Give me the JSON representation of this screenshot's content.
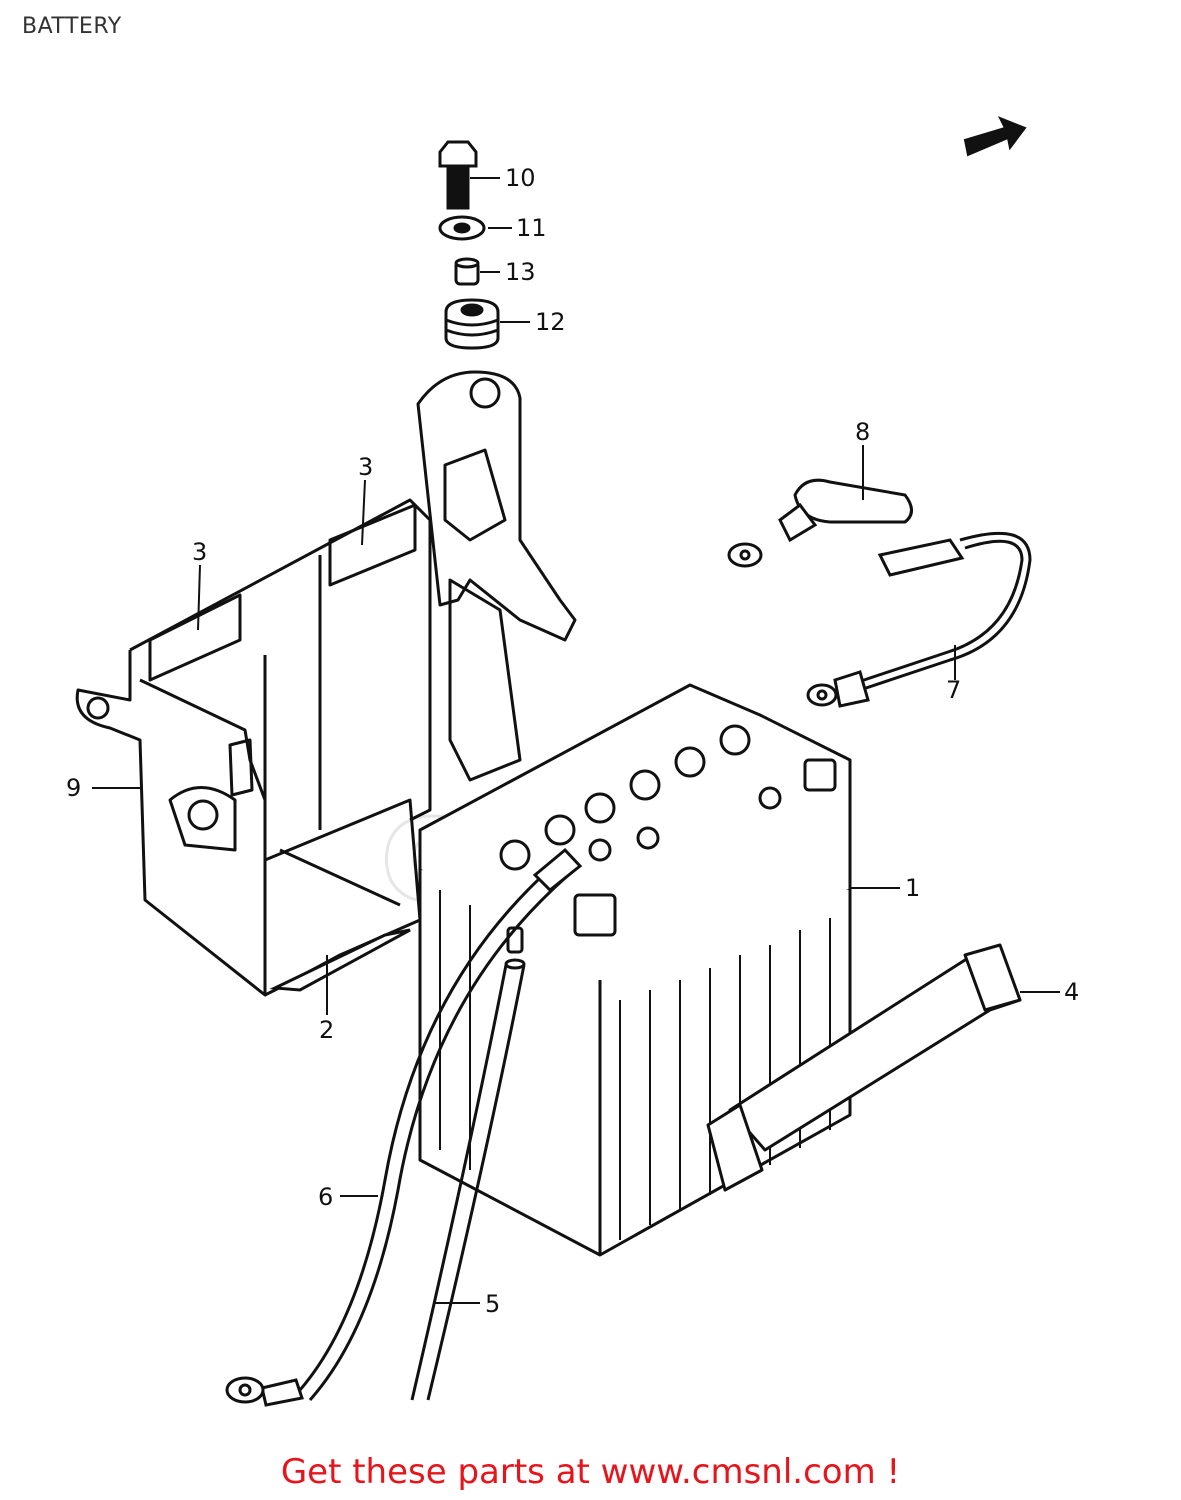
{
  "page": {
    "title": "BATTERY",
    "footer_link": "Get these parts at www.cmsnl.com !"
  },
  "diagram": {
    "watermark": "cms",
    "callouts": [
      {
        "id": "1",
        "label": "1",
        "part": "battery"
      },
      {
        "id": "2",
        "label": "2",
        "part": "battery-tray-pad"
      },
      {
        "id": "3a",
        "label": "3",
        "part": "cushion"
      },
      {
        "id": "3b",
        "label": "3",
        "part": "cushion"
      },
      {
        "id": "4",
        "label": "4",
        "part": "battery-band"
      },
      {
        "id": "5",
        "label": "5",
        "part": "breather-hose"
      },
      {
        "id": "6",
        "label": "6",
        "part": "negative-lead-wire"
      },
      {
        "id": "7",
        "label": "7",
        "part": "positive-lead-wire"
      },
      {
        "id": "8",
        "label": "8",
        "part": "terminal-cap"
      },
      {
        "id": "9",
        "label": "9",
        "part": "battery-holder"
      },
      {
        "id": "10",
        "label": "10",
        "part": "bolt"
      },
      {
        "id": "11",
        "label": "11",
        "part": "washer"
      },
      {
        "id": "12",
        "label": "12",
        "part": "cushion-grommet"
      },
      {
        "id": "13",
        "label": "13",
        "part": "spacer"
      }
    ]
  },
  "colors": {
    "line": "#111111",
    "footer": "#e8141c",
    "watermark": "#e6e6e6"
  }
}
